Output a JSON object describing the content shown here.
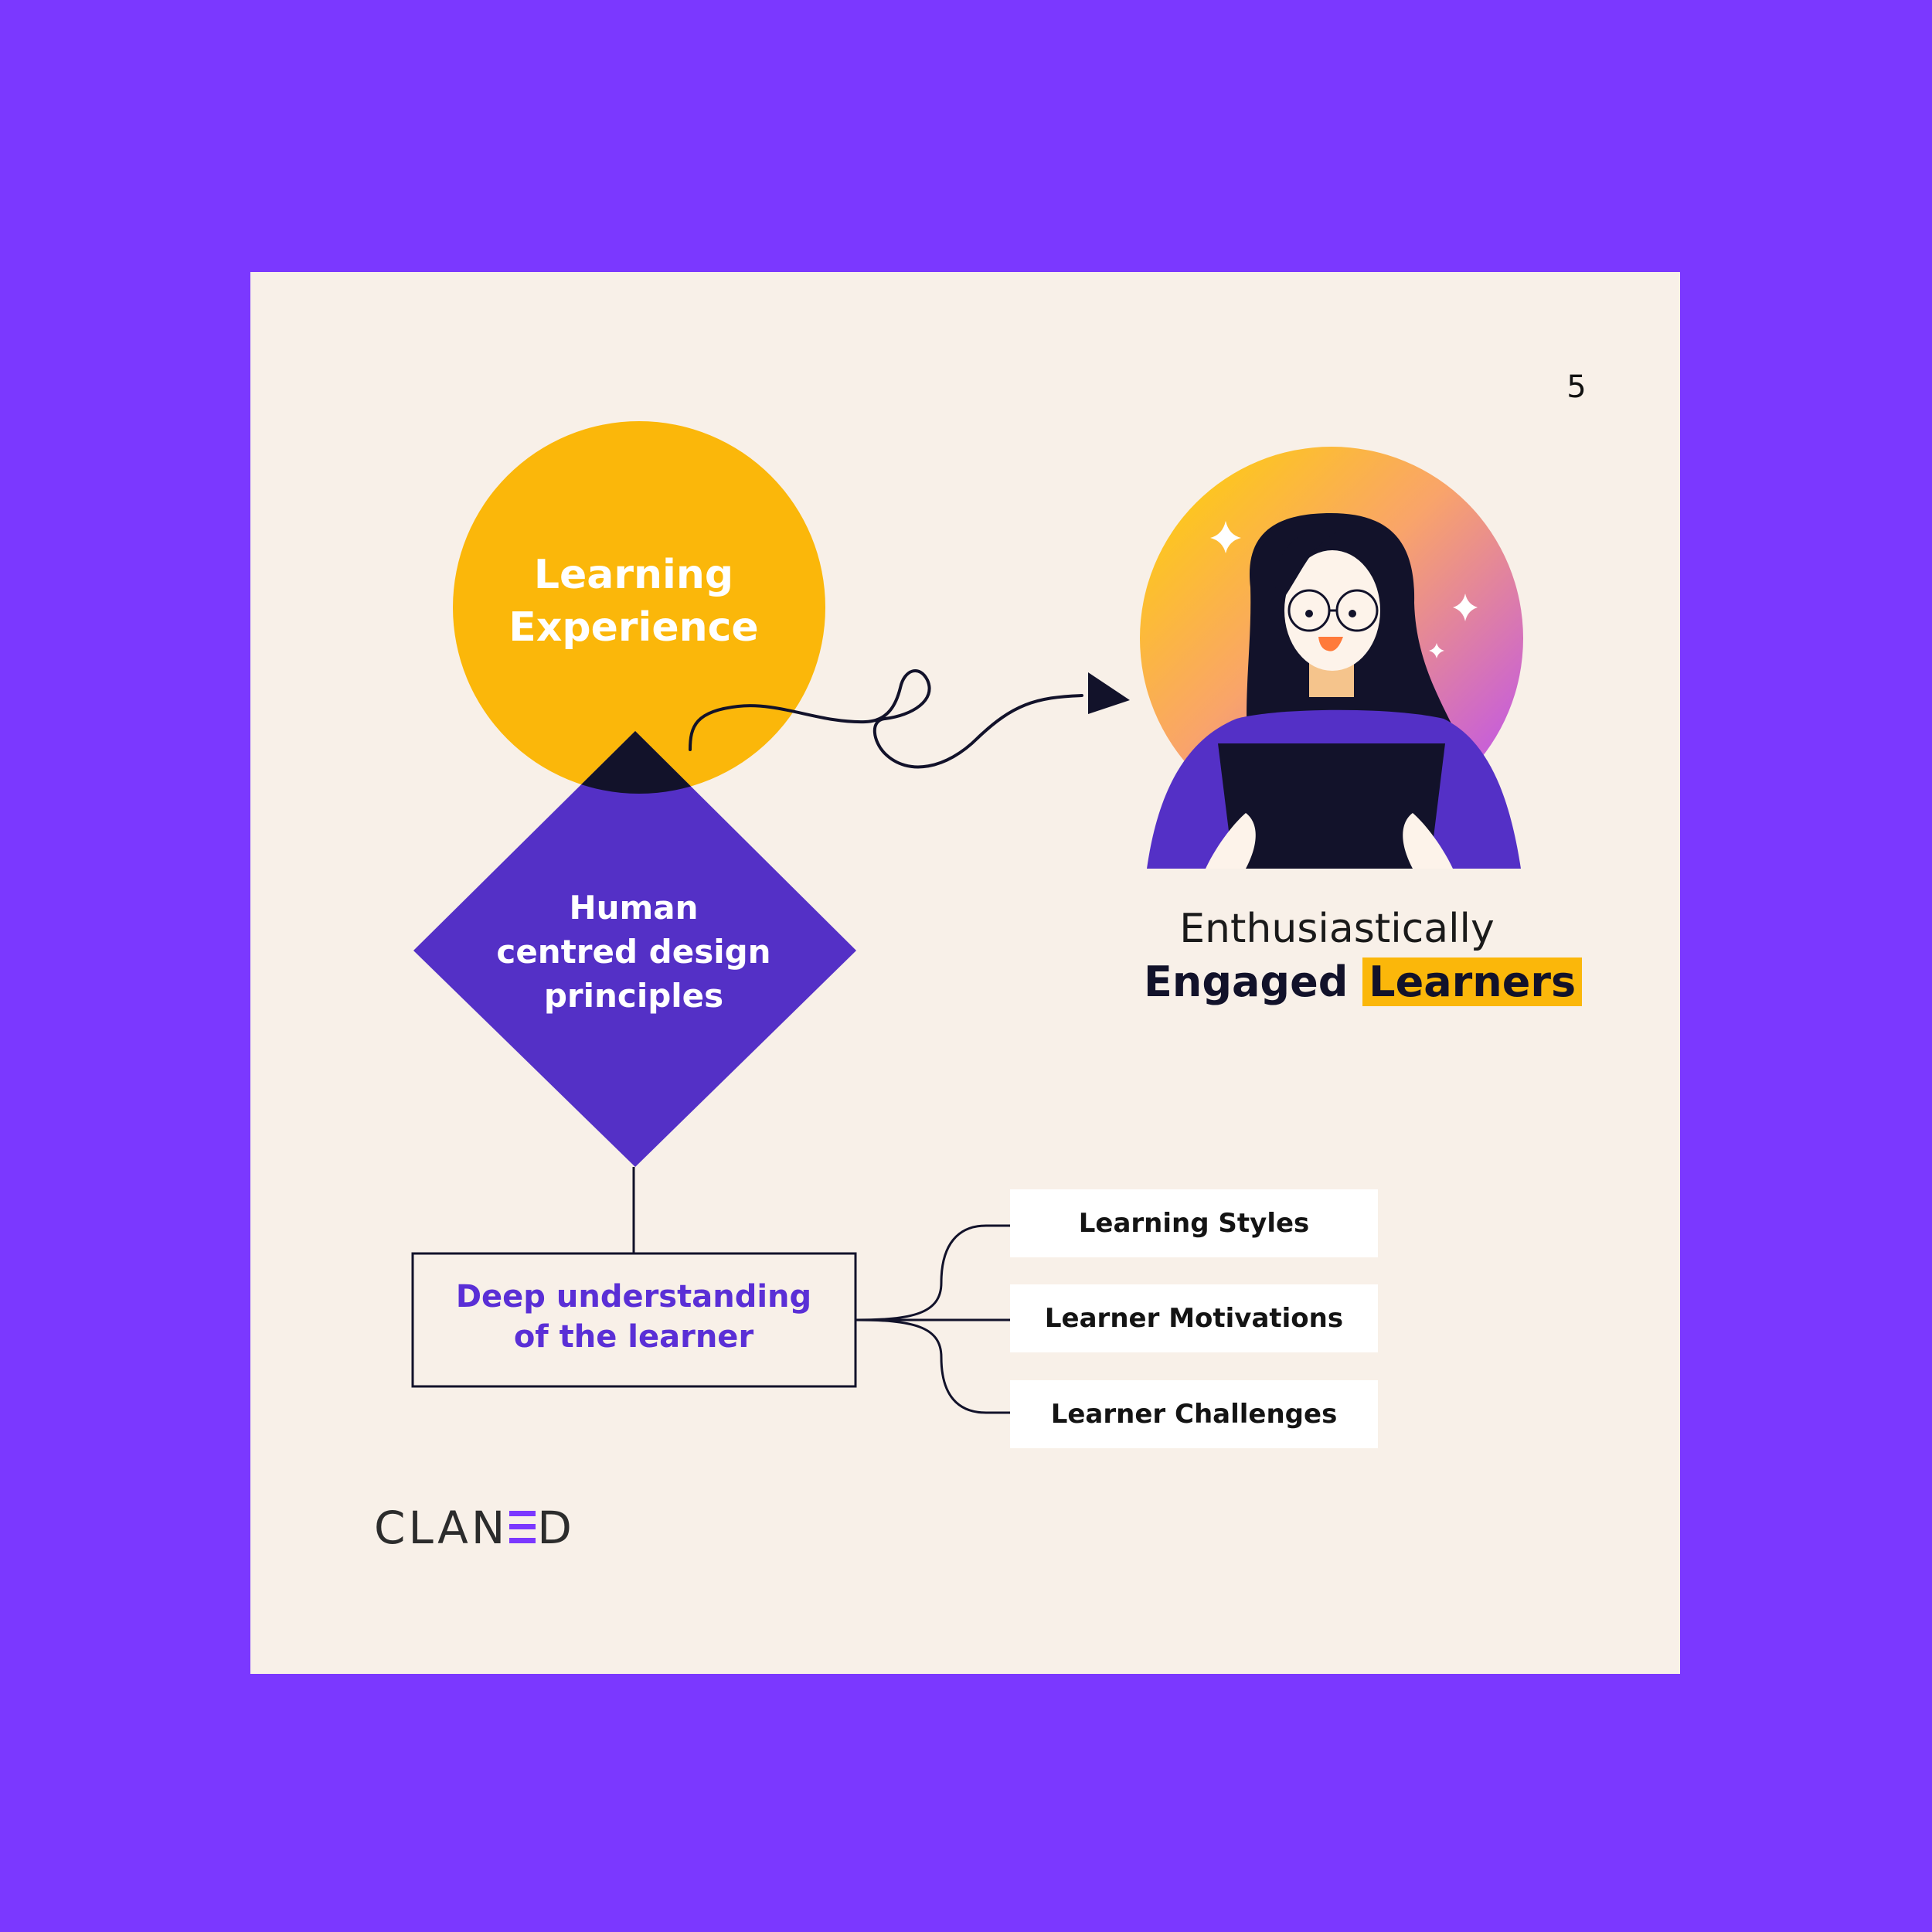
{
  "page_number": "5",
  "nodes": {
    "learning_experience": {
      "line1": "Learning",
      "line2": "Experience"
    },
    "human_centred": {
      "line1": "Human",
      "line2": "centred design",
      "line3": "principles"
    },
    "deep_understanding": {
      "line1": "Deep understanding",
      "line2": "of the learner"
    }
  },
  "branches": [
    {
      "label": "Learning Styles"
    },
    {
      "label": "Learner Motivations"
    },
    {
      "label": "Learner Challenges"
    }
  ],
  "outcome": {
    "line1": "Enthusiastically",
    "line2_part1": "Engaged",
    "line2_highlight": "Learners"
  },
  "logo": {
    "before": "CLAN",
    "after": "D"
  },
  "colors": {
    "background": "#7b38ff",
    "card": "#f8f0e8",
    "yellow": "#fbb70a",
    "purple": "#5430c6",
    "dark": "#12122a",
    "box_text": "#5a2fd6"
  },
  "icons": [
    "person-with-tablet-illustration",
    "sparkle-icon",
    "curly-arrow-icon"
  ]
}
